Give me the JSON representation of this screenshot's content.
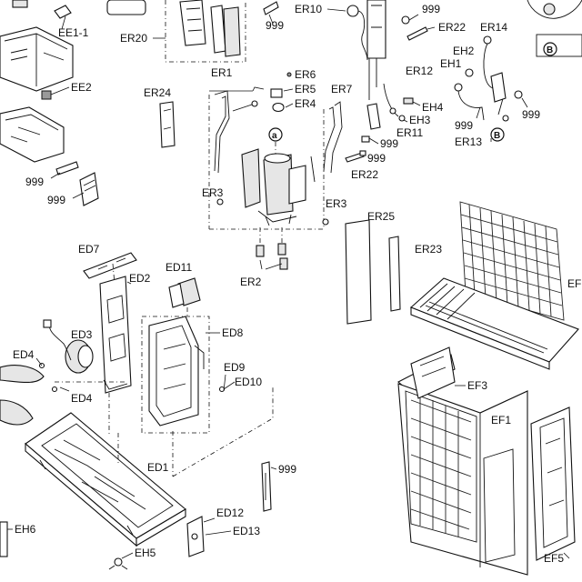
{
  "labels": {
    "EE1_1": "EE1-1",
    "EE2": "EE2",
    "ER20": "ER20",
    "N999_top1": "999",
    "ER10": "ER10",
    "N999_top2": "999",
    "ER22_top": "ER22",
    "ER14": "ER14",
    "EH2": "EH2",
    "EH1": "EH1",
    "ER12": "ER12",
    "ER6": "ER6",
    "ER5": "ER5",
    "ER4": "ER4",
    "ER1": "ER1",
    "ER24": "ER24",
    "ER7": "ER7",
    "EH4": "EH4",
    "EH3": "EH3",
    "N999_right1": "999",
    "N999_right2": "999",
    "ER11": "ER11",
    "ER13": "ER13",
    "N999_mid1": "999",
    "N999_mid2": "999",
    "ER22_mid": "ER22",
    "N999_left1": "999",
    "N999_left2": "999",
    "ER3_left": "ER3",
    "ER3_right": "ER3",
    "ER25": "ER25",
    "ER23": "ER23",
    "ER2": "ER2",
    "ED7": "ED7",
    "ED2": "ED2",
    "ED11": "ED11",
    "ED3": "ED3",
    "ED8": "ED8",
    "ED4_a": "ED4",
    "ED4_b": "ED4",
    "ED9": "ED9",
    "ED10": "ED10",
    "EF_right": "EF",
    "EF3": "EF3",
    "EF1": "EF1",
    "ED1": "ED1",
    "N999_bottom": "999",
    "ED12": "ED12",
    "ED13": "ED13",
    "EH6": "EH6",
    "EH5": "EH5",
    "EF5": "EF5"
  },
  "markers": {
    "a": "a",
    "B_top": "B",
    "B_mid": "B"
  }
}
